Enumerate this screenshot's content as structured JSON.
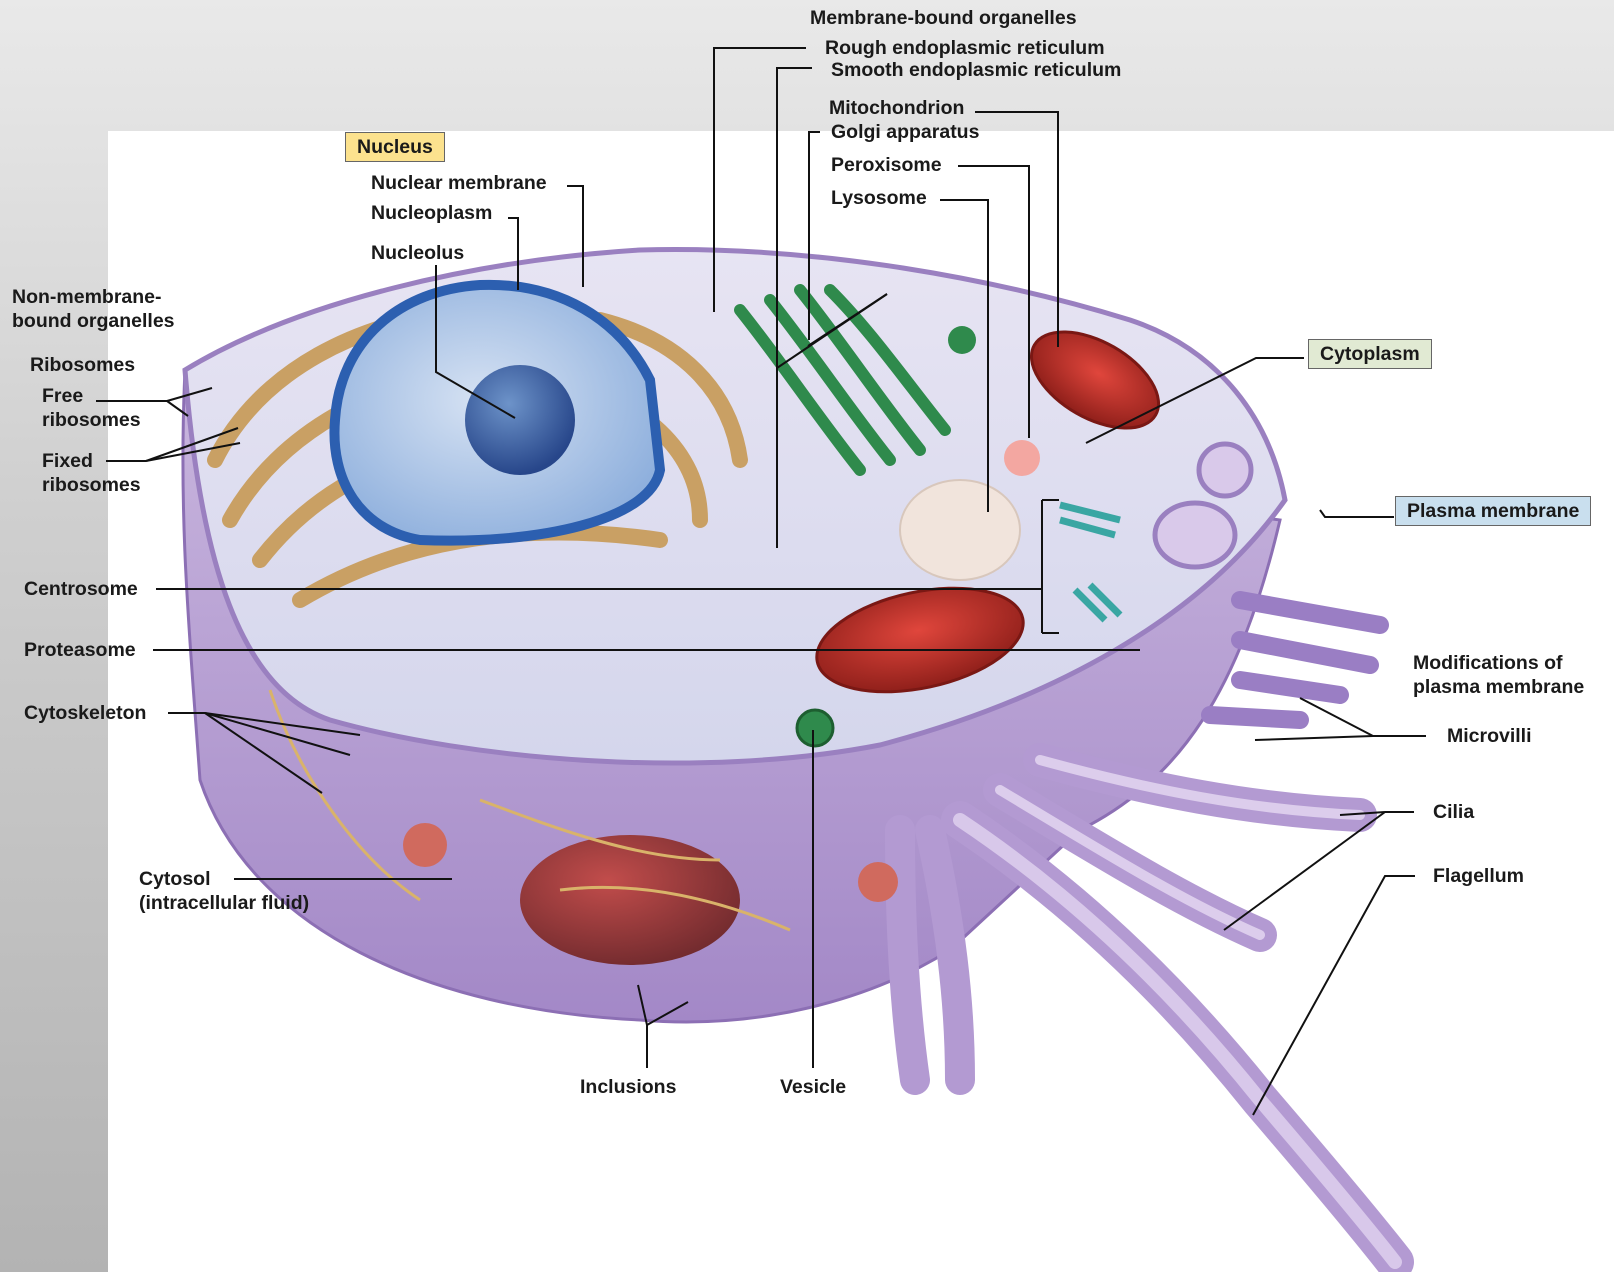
{
  "headers": {
    "membrane_bound": "Membrane-bound organelles",
    "non_membrane_bound": "Non-membrane-\nbound organelles"
  },
  "boxes": {
    "nucleus": "Nucleus",
    "cytoplasm": "Cytoplasm",
    "plasma_membrane": "Plasma membrane"
  },
  "labels": {
    "rough_er": "Rough endoplasmic reticulum",
    "smooth_er": "Smooth endoplasmic reticulum",
    "mitochondrion": "Mitochondrion",
    "golgi": "Golgi apparatus",
    "peroxisome": "Peroxisome",
    "lysosome": "Lysosome",
    "nuclear_membrane": "Nuclear membrane",
    "nucleoplasm": "Nucleoplasm",
    "nucleolus": "Nucleolus",
    "ribosomes": "Ribosomes",
    "free_ribosomes": "Free\nribosomes",
    "fixed_ribosomes": "Fixed\nribosomes",
    "centrosome": "Centrosome",
    "proteasome": "Proteasome",
    "cytoskeleton": "Cytoskeleton",
    "cytosol": "Cytosol\n(intracellular fluid)",
    "inclusions": "Inclusions",
    "vesicle": "Vesicle",
    "modifications": "Modifications of\nplasma membrane",
    "microvilli": "Microvilli",
    "cilia": "Cilia",
    "flagellum": "Flagellum"
  },
  "colors": {
    "nucleus_box": "#fce28e",
    "cytoplasm_box": "#e1ead3",
    "plasma_membrane_box": "#c9dfee",
    "cell_membrane": "#a88cc8",
    "nucleus": "#3f73c4",
    "golgi": "#2f8a4c",
    "mitochondrion": "#c0342c",
    "rough_er": "#c9a064"
  }
}
